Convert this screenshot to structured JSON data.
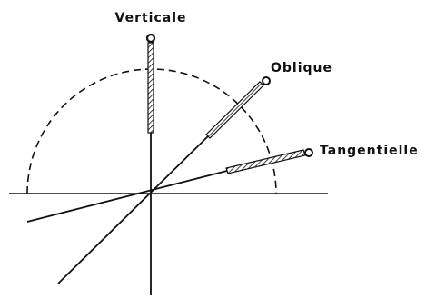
{
  "diagram": {
    "labels": {
      "vertical": "Verticale",
      "oblique": "Oblique",
      "tangential": "Tangentielle"
    },
    "colors": {
      "ink": "#111111",
      "background": "#ffffff"
    }
  }
}
